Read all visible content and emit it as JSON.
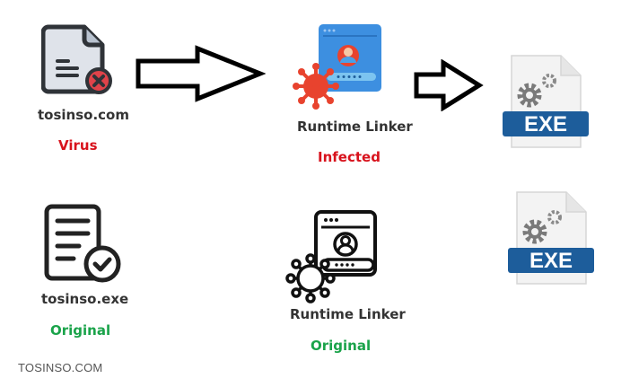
{
  "colors": {
    "virus_red": "#d8121c",
    "original_green": "#1aa34a",
    "exe_blue": "#1d5d9b",
    "linker_blue": "#3d8fe0",
    "virus_icon_red": "#e8432e"
  },
  "row_infected": {
    "file": {
      "icon": "document-error-icon",
      "name": "tosinso.com",
      "status": "Virus"
    },
    "arrow1": {
      "icon": "right-arrow-icon"
    },
    "linker": {
      "icon": "login-window-virus-icon",
      "name": "Runtime Linker",
      "status": "Infected"
    },
    "arrow2": {
      "icon": "right-arrow-icon"
    },
    "exe": {
      "icon": "exe-file-icon",
      "badge": "EXE"
    }
  },
  "row_original": {
    "file": {
      "icon": "document-check-icon",
      "name": "tosinso.exe",
      "status": "Original"
    },
    "linker": {
      "icon": "login-window-virus-outline-icon",
      "name": "Runtime Linker",
      "status": "Original"
    },
    "exe": {
      "icon": "exe-file-icon",
      "badge": "EXE"
    }
  },
  "watermark": "TOSINSO.COM"
}
